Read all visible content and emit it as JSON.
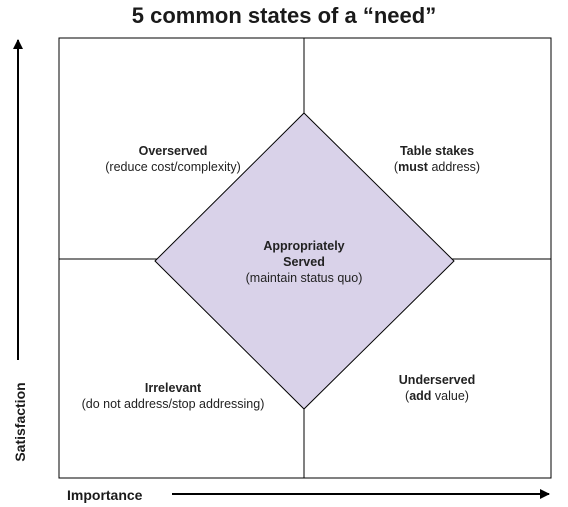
{
  "title": "5 common states of a “need”",
  "x_axis_label": "Importance",
  "y_axis_label": "Satisfaction",
  "colors": {
    "diamond_fill": "#d9d2e9",
    "line": "#000000"
  },
  "quadrants": {
    "top_left": {
      "heading": "Overserved",
      "detail": "(reduce cost/complexity)"
    },
    "top_right": {
      "heading": "Table stakes",
      "detail_bold": "must",
      "detail_rest": " address)",
      "detail_open": "("
    },
    "bottom_left": {
      "heading": "Irrelevant",
      "detail": "(do not address/stop addressing)"
    },
    "bottom_right": {
      "heading": "Underserved",
      "detail_open": "(",
      "detail_bold": "add",
      "detail_rest": " value)"
    }
  },
  "center": {
    "heading_line1": "Appropriately",
    "heading_line2": "Served",
    "detail": "(maintain status quo)"
  }
}
